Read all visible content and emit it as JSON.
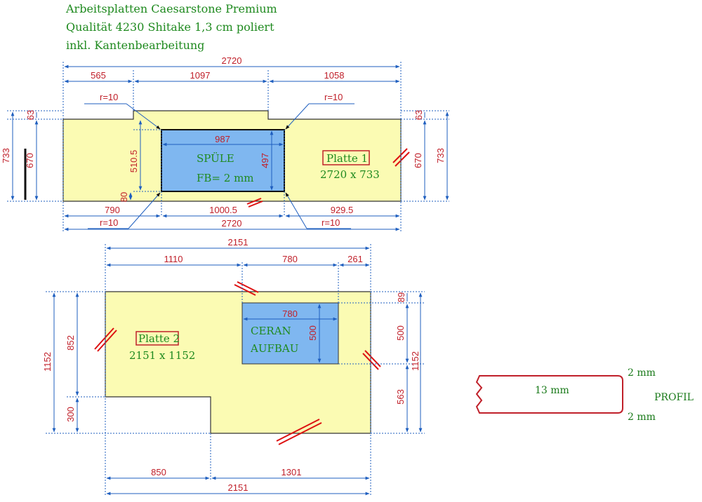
{
  "header": {
    "line1": "Arbeitsplatten Caesarstone Premium",
    "line2": "Qualität 4230 Shitake 1,3 cm poliert",
    "line3": "inkl. Kantenbearbeitung"
  },
  "plate1": {
    "name": "Platte 1",
    "size": "2720 x 733",
    "sink_title": "SPÜLE",
    "sink_fb": "FB= 2 mm",
    "dims": {
      "total_top": "2720",
      "seg_left": "565",
      "seg_mid": "1097",
      "seg_right": "1058",
      "sink_w": "987",
      "sink_h": "497",
      "sink_top_off": "510.5",
      "sink_bottom_off": "80",
      "notch_left": "63",
      "notch_right": "63",
      "depth_left": "670",
      "height_left": "733",
      "depth_right": "670",
      "height_right": "733",
      "bottom_left": "790",
      "bottom_mid": "1000.5",
      "bottom_right": "929.5",
      "total_bottom": "2720"
    },
    "radii": {
      "tl": "r=10",
      "tr": "r=10",
      "bl": "r=10",
      "br": "r=10"
    }
  },
  "plate2": {
    "name": "Platte 2",
    "size": "2151 x 1152",
    "hob_line1": "CERAN",
    "hob_line2": "AUFBAU",
    "dims": {
      "total_top": "2151",
      "seg_left": "1110",
      "seg_mid": "780",
      "seg_right": "261",
      "hob_w": "780",
      "hob_h": "500",
      "right_top": "89",
      "right_mid": "500",
      "right_bottom": "563",
      "right_total": "1152",
      "left_total": "1152",
      "left_upper": "852",
      "left_lower": "300",
      "bottom_left": "850",
      "bottom_right": "1301",
      "total_bottom": "2151"
    }
  },
  "profile": {
    "thickness": "13 mm",
    "top_edge": "2 mm",
    "bottom_edge": "2 mm",
    "label": "PROFIL"
  },
  "colors": {
    "slab": "#fbfbb3",
    "cutout": "#7fb7f0",
    "dimension": "#1f5fbf",
    "text_red": "#c0202a",
    "text_green": "#1f8a1f"
  }
}
